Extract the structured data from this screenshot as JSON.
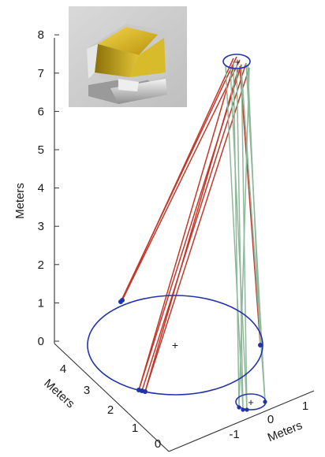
{
  "axes": {
    "z_label": "Meters",
    "y_label": "Meters",
    "x_label": "Meters",
    "z_ticks": [
      "0",
      "1",
      "2",
      "3",
      "4",
      "5",
      "6",
      "7",
      "8"
    ],
    "y_ticks": [
      "4",
      "3",
      "2",
      "1",
      "0"
    ],
    "x_ticks": [
      "-1",
      "0",
      "1"
    ]
  },
  "colors": {
    "ring": "#2233aa",
    "ray_red": "#c0392b",
    "ray_green": "#8fb89a",
    "axis": "#333333"
  },
  "inset": {
    "description_icon": "corner-cube-reflector-photo-icon"
  }
}
